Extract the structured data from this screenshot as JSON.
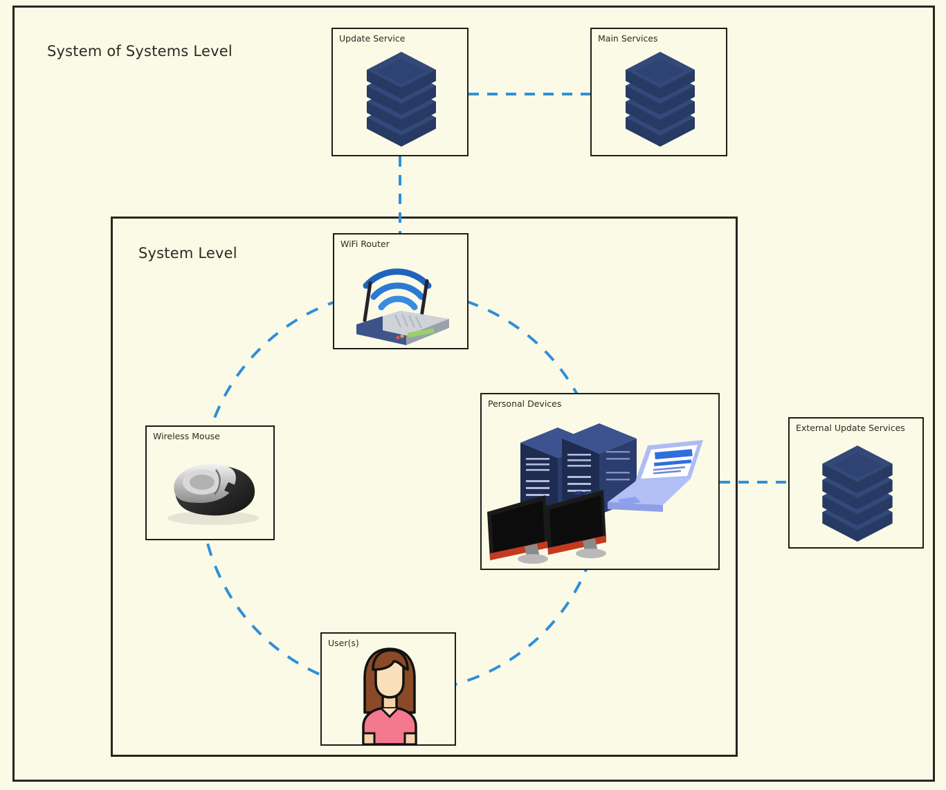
{
  "diagram": {
    "background_color": "#fafae6",
    "frame_border_color": "#262620",
    "link_color": "#2f8fd8",
    "server_color": "#2e4372",
    "server_led_color": "#3aa0ef"
  },
  "levels": [
    {
      "id": "system-of-systems",
      "title": "System of Systems Level"
    },
    {
      "id": "system",
      "title": "System Level"
    }
  ],
  "nodes": [
    {
      "id": "update-service",
      "label": "Update Service",
      "icon": "server-stack-icon"
    },
    {
      "id": "main-services",
      "label": "Main Services",
      "icon": "server-stack-icon"
    },
    {
      "id": "wifi-router",
      "label": "WiFi Router",
      "icon": "wifi-router-icon"
    },
    {
      "id": "wireless-mouse",
      "label": "Wireless Mouse",
      "icon": "wireless-mouse-icon"
    },
    {
      "id": "personal-devices",
      "label": "Personal Devices",
      "icon": "personal-devices-icon"
    },
    {
      "id": "external-update-services",
      "label": "External Update Services",
      "icon": "server-stack-icon"
    },
    {
      "id": "users",
      "label": "User(s)",
      "icon": "user-avatar-icon"
    }
  ],
  "connections": [
    {
      "from": "update-service",
      "to": "main-services",
      "style": "dashed"
    },
    {
      "from": "update-service",
      "to": "wifi-router",
      "style": "dashed"
    },
    {
      "from": "personal-devices",
      "to": "external-update-services",
      "style": "dashed"
    },
    {
      "from": "system-ring",
      "to": "wifi-router",
      "style": "dashed-ring"
    }
  ]
}
